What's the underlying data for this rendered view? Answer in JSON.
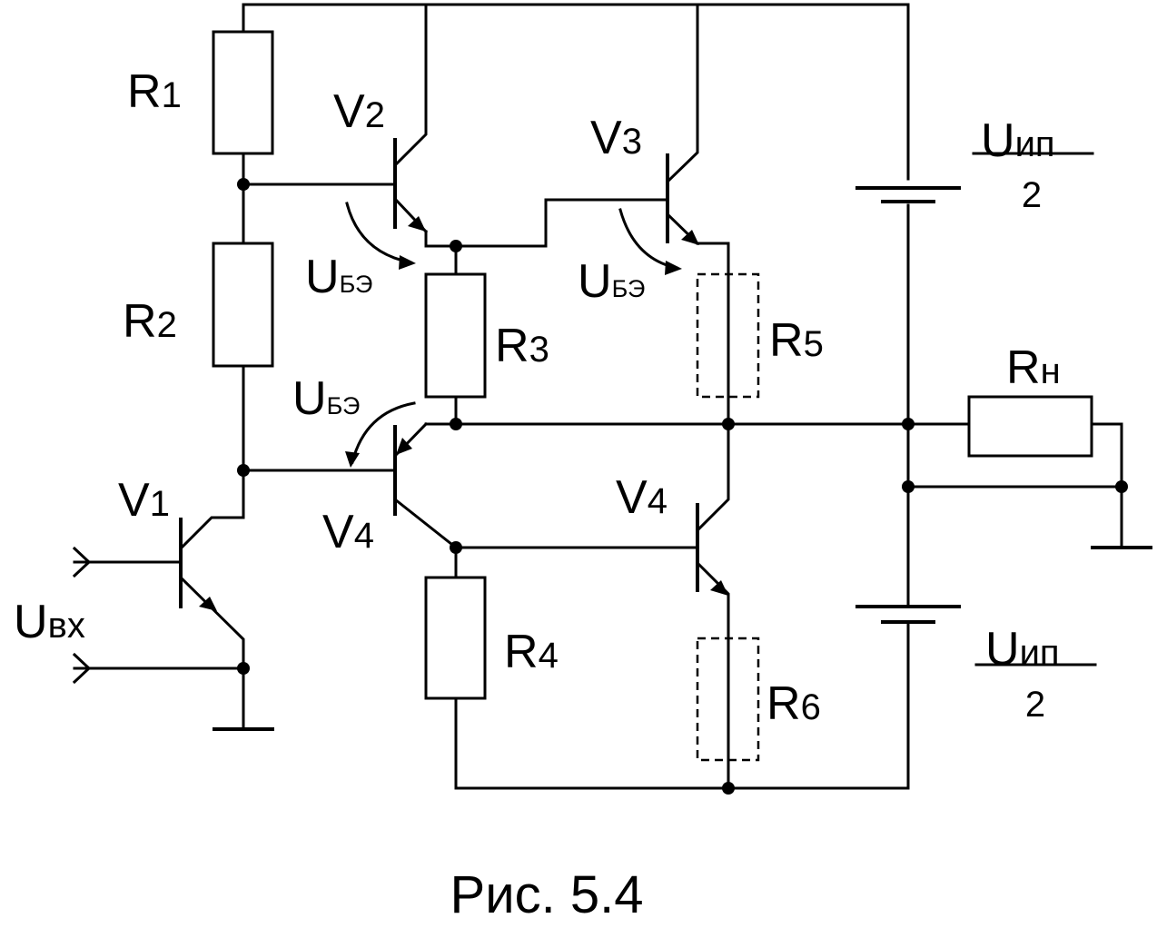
{
  "resistors": {
    "r1": {
      "letter": "R",
      "index": "1"
    },
    "r2": {
      "letter": "R",
      "index": "2"
    },
    "r3": {
      "letter": "R",
      "index": "3"
    },
    "r4": {
      "letter": "R",
      "index": "4"
    },
    "r5": {
      "letter": "R",
      "index": "5"
    },
    "r6": {
      "letter": "R",
      "index": "6"
    },
    "rn": {
      "letter": "R",
      "index": "н"
    }
  },
  "transistors": {
    "v1": {
      "letter": "V",
      "index": "1"
    },
    "v2": {
      "letter": "V",
      "index": "2"
    },
    "v3": {
      "letter": "V",
      "index": "3"
    },
    "v4_left": {
      "letter": "V",
      "index": "4"
    },
    "v4_right": {
      "letter": "V",
      "index": "4"
    }
  },
  "voltages": {
    "ube": {
      "letter": "U",
      "index": "БЭ"
    },
    "uin": {
      "letter": "U",
      "index": "вх"
    },
    "supply": {
      "letter": "U",
      "index": "ип",
      "denominator": "2"
    }
  },
  "caption": "Рис. 5.4"
}
